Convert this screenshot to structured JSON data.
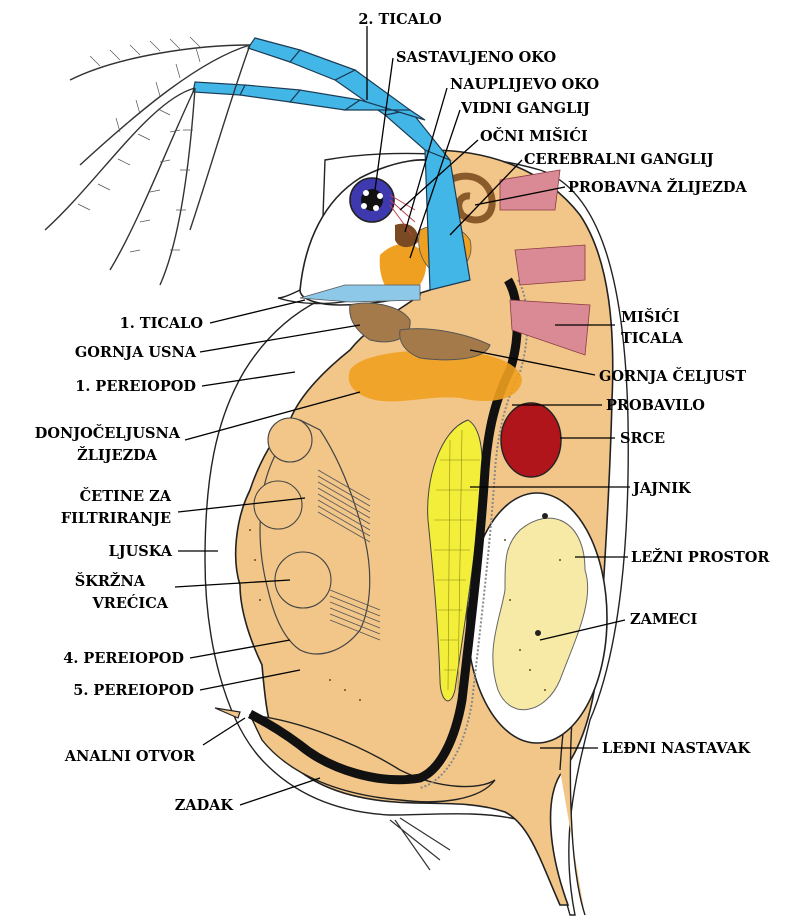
{
  "labels": {
    "ticalo_2": "2. TICALO",
    "sastavljeno_oko": "SASTAVLJENO OKO",
    "nauplijevo_oko": "NAUPLIJEVO OKO",
    "vidni_ganglij": "VIDNI GANGLIJ",
    "ocni_misici": "OČNI MIŠIĆI",
    "cerebralni_ganglij": "CEREBRALNI GANGLIJ",
    "probavna_zlijezda": "PROBAVNA ŽLIJEZDA",
    "misici_ticala_1": "MIŠIĆI",
    "misici_ticala_2": "TICALA",
    "gornja_celjust": "GORNJA ČELJUST",
    "probavilo": "PROBAVILO",
    "srce": "SRCE",
    "jajnik": "JAJNIK",
    "lezni_prostor": "LEŽNI PROSTOR",
    "zameci": "ZAMECI",
    "ledni_nastavak": "LEĐNI NASTAVAK",
    "ticalo_1": "1. TICALO",
    "gornja_usna": "GORNJA USNA",
    "pereiopod_1": "1. PEREIOPOD",
    "donjoceljusna_1": "DONJOČELJUSNA",
    "donjoceljusna_2": "ŽLIJEZDA",
    "cetine_1": "ČETINE ZA",
    "cetine_2": "FILTRIRANJE",
    "ljuska": "LJUSKA",
    "skrzna_1": "ŠKRŽNA",
    "skrzna_2": "VREĆICA",
    "pereiopod_4": "4. PEREIOPOD",
    "pereiopod_5": "5. PEREIOPOD",
    "analni_otvor": "ANALNI OTVOR",
    "zadak": "ZADAK"
  },
  "colors": {
    "body": "#f2c688",
    "antenna": "#43b6e8",
    "eye": "#3f39b0",
    "ganglion": "#f0a020",
    "brown": "#a57a4a",
    "muscle": "#d98a95",
    "heart": "#b0151c",
    "ovary": "#f2ee3a",
    "embryo": "#f6eaa6",
    "gut": "#111111",
    "outline": "#222222"
  }
}
